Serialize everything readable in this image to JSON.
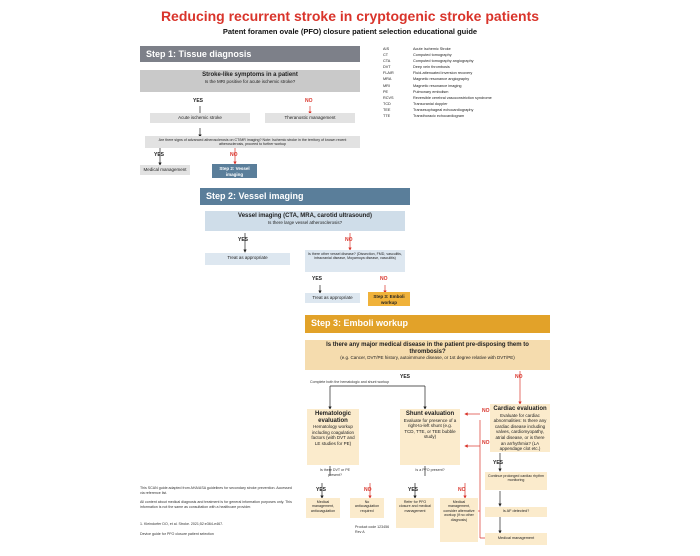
{
  "header": {
    "title": "Reducing recurrent stroke in cryptogenic stroke patients",
    "subtitle": "Patent foramen ovale (PFO) closure patient selection educational guide"
  },
  "labels": {
    "yes": "YES",
    "no": "NO"
  },
  "step1": {
    "title": "Step 1: Tissue diagnosis",
    "q1_title": "Stroke-like symptoms in a patient",
    "q1_sub": "Is the MRI positive for acute ischemic stroke?",
    "yes_box": "Acute ischemic stroke",
    "no_box": "Theranostic management",
    "q2": "Are there signs of advanced atherosclerosis on CT/MR imaging? Note: Ischemic stroke in the territory of known recent atherosclerosis, proceed to further workup",
    "med_mgmt": "Medical management",
    "next": "Step 2: Vessel imaging"
  },
  "step2": {
    "title": "Step 2: Vessel imaging",
    "q1_title": "Vessel imaging (CTA, MRA, carotid ultrasound)",
    "q1_sub": "Is there large vessel atherosclerosis?",
    "yes_box": "Treat as appropriate",
    "q2": "Is there other vessel disease? (Dissection, FMD, vasculitis, intracranial disease, Moyamoya disease, vasculitis)",
    "treat": "Treat as appropriate",
    "next": "Step 3: Emboli workup"
  },
  "step3": {
    "title": "Step 3: Emboli workup",
    "q_title": "Is there any major medical disease in the patient pre-disposing them to thrombosis?",
    "q_sub": "(e.g. Cancer, DVT/PE history, autoimmune disease, or 1st degree relative with DVT/PE)",
    "complete": "Complete both the hematologic and shunt workup",
    "heme_title": "Hematologic evaluation",
    "heme_body": "Hematology workup including coagulation factors (with DVT and LE studies for PE)",
    "shunt_title": "Shunt evaluation",
    "shunt_body": "Evaluate for presence of a right-to-left shunt (e.g. TCD, TTE, or TEE bubble study)",
    "cardiac_title": "Cardiac evaluation",
    "cardiac_body": "Evaluate for cardiac abnormalities: Is there any cardiac disease including valves, cardiomyopathy, atrial disease, or is there an arrhythmia? (LA appendage clot etc.)",
    "heme_q": "Is there DVT or PE present?",
    "shunt_q": "Is a PFO present?",
    "heme_yes": "Medical management, anticoagulation",
    "heme_no": "No anticoagulation required",
    "shunt_yes": "Refer for PFO closure and medical management",
    "shunt_no": "Medical management, consider alternative workup (if no other diagnosis)",
    "cardiac_yes": "Continue prolonged cardiac rhythm monitoring",
    "cardiac_q": "Is AF detected?",
    "cardiac_mgmt": "Medical management"
  },
  "abbreviations": [
    {
      "abbr": "AIS",
      "full": "Acute Ischemic Stroke"
    },
    {
      "abbr": "CT",
      "full": "Computed tomography"
    },
    {
      "abbr": "CTA",
      "full": "Computed tomography angiography"
    },
    {
      "abbr": "DVT",
      "full": "Deep vein thrombosis"
    },
    {
      "abbr": "FLAIR",
      "full": "Fluid-attenuated inversion recovery"
    },
    {
      "abbr": "MRA",
      "full": "Magnetic resonance angiography"
    },
    {
      "abbr": "MRI",
      "full": "Magnetic resonance imaging"
    },
    {
      "abbr": "PE",
      "full": "Pulmonary embolism"
    },
    {
      "abbr": "RCVS",
      "full": "Reversible cerebral vasoconstriction syndrome"
    },
    {
      "abbr": "TCD",
      "full": "Transcranial doppler"
    },
    {
      "abbr": "TEE",
      "full": "Transesophageal echocardiography"
    },
    {
      "abbr": "TTE",
      "full": "Transthoracic echocardiogram"
    }
  ],
  "footnotes": {
    "source": "This SCAN guide adapted from AHA/ASA guidelines for secondary stroke prevention. Accessed via reference list.",
    "note": "All content about medical diagnosis and treatment is for general information purposes only. This information is not the same as consultation with a healthcare provider.",
    "refs": "1. Kleindorfer DO, et al. Stroke. 2021;52:e364-e467.",
    "device": "Device guide for PFO closure patient selection",
    "code": "Product code 123456 Rev A"
  }
}
